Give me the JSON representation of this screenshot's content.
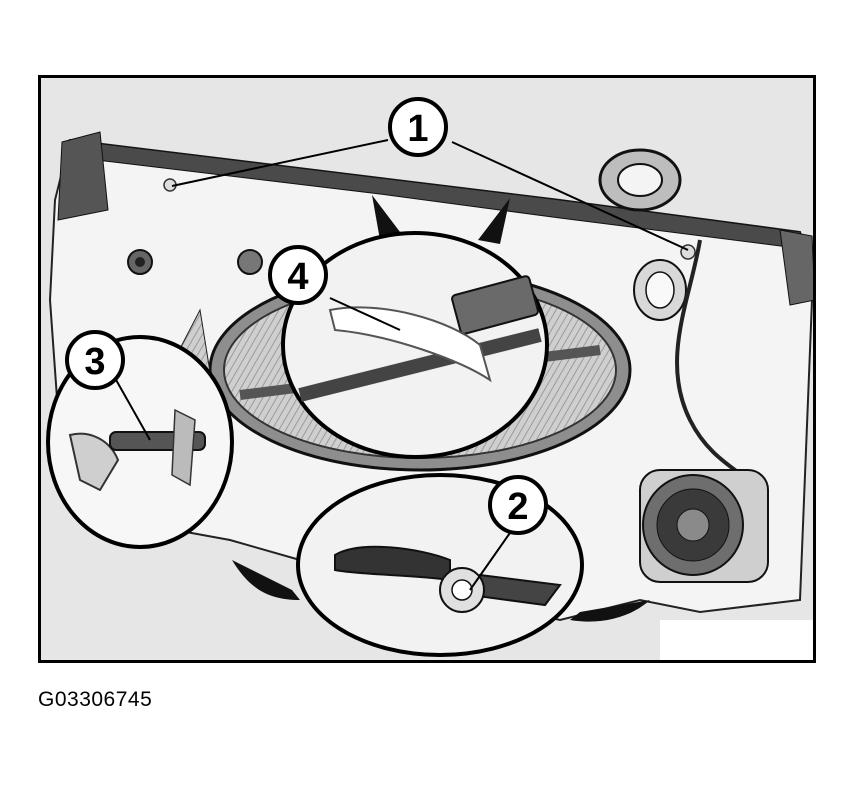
{
  "figure": {
    "caption": "G03306745",
    "callouts": [
      {
        "id": "1",
        "label": "1"
      },
      {
        "id": "2",
        "label": "2"
      },
      {
        "id": "3",
        "label": "3"
      },
      {
        "id": "4",
        "label": "4"
      }
    ]
  },
  "colors": {
    "frame_background": "#e6e6e6",
    "panel": "#f4f4f4",
    "outline": "#000000",
    "seal": "#4a4a4a"
  }
}
